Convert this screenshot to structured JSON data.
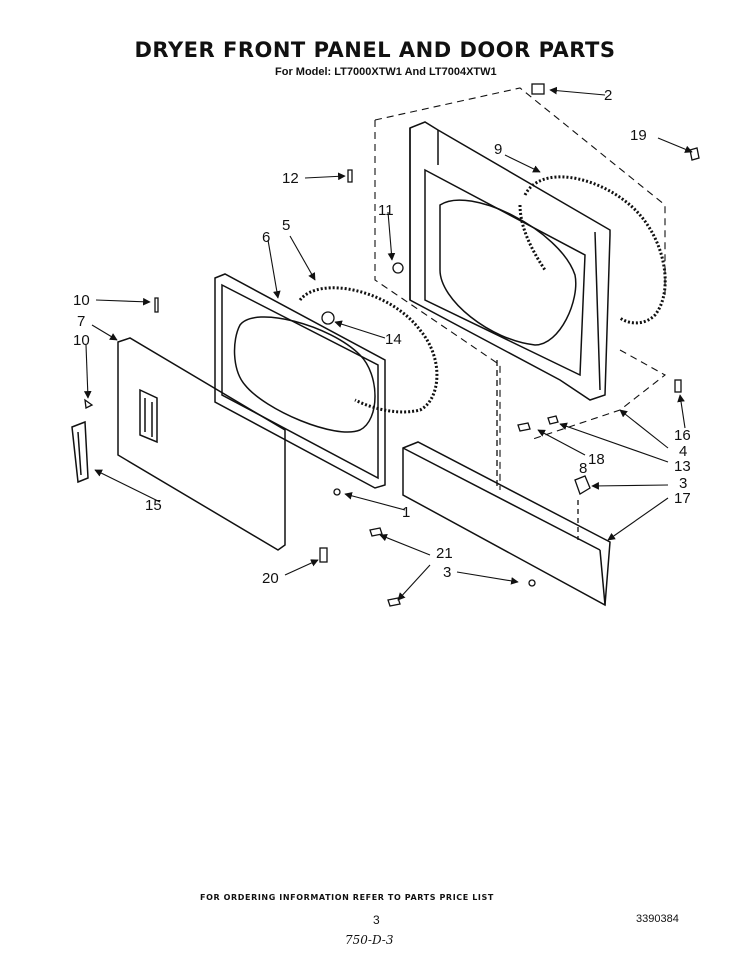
{
  "title": "DRYER FRONT PANEL AND DOOR PARTS",
  "subtitle": "For Model: LT7000XTW1 And LT7004XTW1",
  "callouts": [
    "1",
    "2",
    "3",
    "3",
    "4",
    "5",
    "6",
    "7",
    "8",
    "9",
    "10",
    "10",
    "11",
    "12",
    "13",
    "14",
    "15",
    "16",
    "17",
    "18",
    "19",
    "20",
    "21"
  ],
  "footer": {
    "ordering_note": "FOR ORDERING INFORMATION REFER TO PARTS PRICE LIST",
    "page_number": "3",
    "document_number": "3390384",
    "handwritten_code": "750-D-3"
  }
}
